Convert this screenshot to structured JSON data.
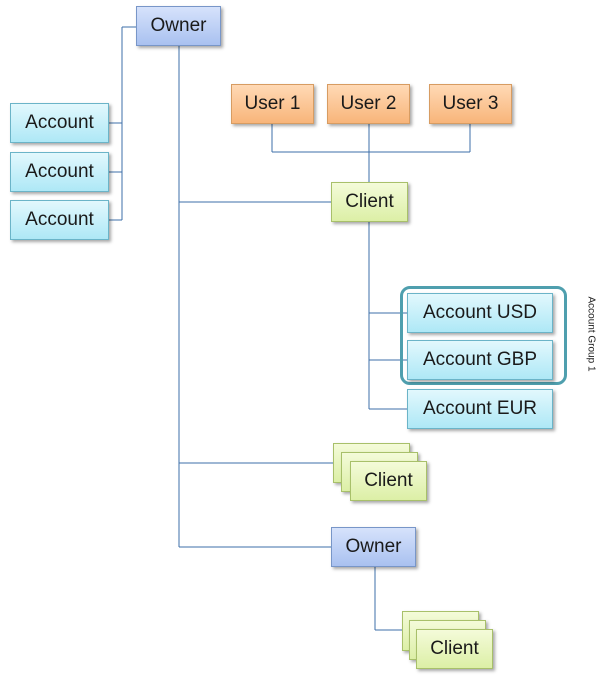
{
  "diagram": {
    "owner_top": "Owner",
    "owner_bottom": "Owner",
    "accounts_left": [
      "Account",
      "Account",
      "Account"
    ],
    "users": [
      "User 1",
      "User 2",
      "User 3"
    ],
    "client_main": "Client",
    "account_usd": "Account USD",
    "account_gbp": "Account GBP",
    "account_eur": "Account EUR",
    "client_stack_mid": "Client",
    "client_stack_bottom": "Client",
    "group_label": "Account Group 1"
  },
  "colors": {
    "connector": "#3d6fa8",
    "group_frame": "#4f9fae"
  }
}
